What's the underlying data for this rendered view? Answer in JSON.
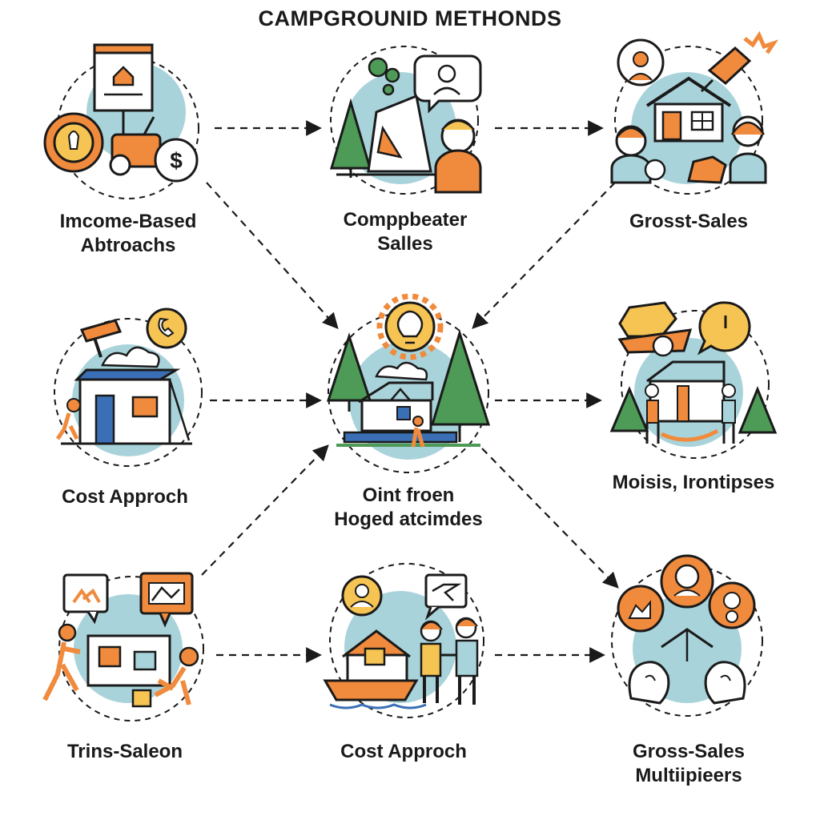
{
  "title": "CAMPGROUNID METHONDS",
  "colors": {
    "orange": "#f08a3c",
    "teal": "#a9d3da",
    "green": "#4e9a57",
    "blue": "#3a6fb5",
    "yellow": "#f6c453",
    "outline": "#1a1a1a"
  },
  "nodes": [
    {
      "id": "income",
      "icon": "billboard-tractor-dollar-icon",
      "lines": [
        "Imcome-Based",
        "Abtroachs"
      ]
    },
    {
      "id": "comparable",
      "icon": "tent-tree-person-icon",
      "lines": [
        "Comppbeater",
        "Salles"
      ]
    },
    {
      "id": "gross-top",
      "icon": "house-people-icon",
      "lines": [
        "Grosst-Sales"
      ]
    },
    {
      "id": "cost-left",
      "icon": "cabin-tools-icon",
      "lines": [
        "Cost Approch"
      ]
    },
    {
      "id": "center",
      "icon": "campground-lightbulb-icon",
      "lines": [
        "Oint froen",
        "Hoged atcimdes"
      ]
    },
    {
      "id": "mosis",
      "icon": "cabin-workers-clock-icon",
      "lines": [
        "Moisis, Irontipses"
      ]
    },
    {
      "id": "trins",
      "icon": "workers-board-icon",
      "lines": [
        "Trins-Saleon"
      ]
    },
    {
      "id": "cost-bottom",
      "icon": "boat-house-people-icon",
      "lines": [
        "Cost Approch"
      ]
    },
    {
      "id": "gross-multipliers",
      "icon": "hands-people-network-icon",
      "lines": [
        "Gross-Sales",
        "Multiipieers"
      ]
    }
  ]
}
